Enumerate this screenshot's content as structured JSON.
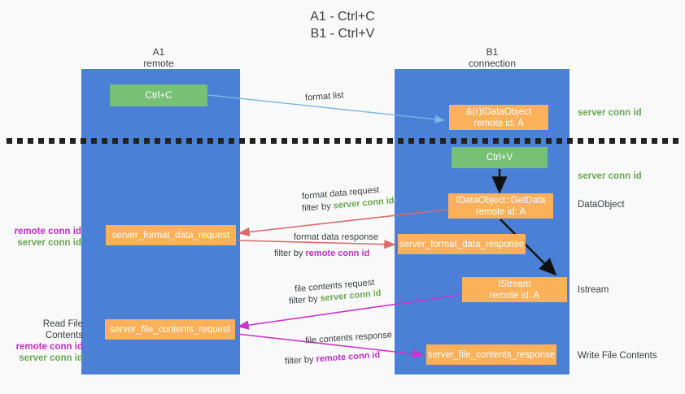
{
  "title": {
    "line1": "A1 - Ctrl+C",
    "line2": "B1 - Ctrl+V"
  },
  "columns": {
    "left": {
      "name": "A1",
      "role": "remote"
    },
    "right": {
      "name": "B1",
      "role": "connection"
    }
  },
  "boxes": {
    "ctrl_c": {
      "label": "Ctrl+C",
      "color": "#77c177"
    },
    "ctrl_v": {
      "label": "Ctrl+V",
      "color": "#77c177"
    },
    "cf_idataobject": {
      "line1": "&(r)IDataObject",
      "line2": "remote id: A",
      "color": "#fbb05a"
    },
    "getdata": {
      "line1": "IDataObject::GetData",
      "line2": "remote id: A",
      "color": "#fbb05a"
    },
    "istream": {
      "line1": "IStream",
      "line2": "remote id: A",
      "color": "#fbb05a"
    },
    "server_format_data_request": {
      "label": "server_format_data_request",
      "color": "#fbb05a"
    },
    "server_format_data_response": {
      "label": "server_format_data_response",
      "color": "#fbb05a"
    },
    "server_file_contents_request": {
      "label": "server_file_contents_request",
      "color": "#fbb05a"
    },
    "server_file_contents_response": {
      "label": "server_file_contents_response",
      "color": "#fbb05a"
    }
  },
  "annotations": {
    "server_conn_id_1": "server conn id",
    "server_conn_id_2": "server conn id",
    "dataobject": "DataObject",
    "istream": "Istream",
    "write_file_contents": "Write File Contents",
    "read_file_contents": "Read File Contents",
    "remote_conn_id": "remote conn id",
    "server_conn_id": "server conn id"
  },
  "edges": {
    "format_list": "format list",
    "format_data_request": "format data request",
    "format_data_request_filter_prefix": "filter by ",
    "format_data_request_filter_value": "server conn id",
    "format_data_response": "format data response",
    "format_data_response_filter_prefix": "filter by ",
    "format_data_response_filter_value": "remote conn id",
    "file_contents_request": "file contents request",
    "file_contents_request_filter_prefix": "filter by ",
    "file_contents_request_filter_value": "server conn id",
    "file_contents_response": "file contents response",
    "file_contents_response_filter_prefix": "filter by ",
    "file_contents_response_filter_value": "remote conn id"
  },
  "colors": {
    "lane": "#4a80d6",
    "green_box": "#77c177",
    "orange_box": "#fbb05a",
    "green_text": "#6aa84f",
    "purple_text": "#c030c0",
    "arrow_blue": "#7cb5e8",
    "arrow_red": "#e06a6a",
    "arrow_magenta": "#cc33cc",
    "arrow_black": "#000000",
    "background": "#f9f9f9"
  }
}
